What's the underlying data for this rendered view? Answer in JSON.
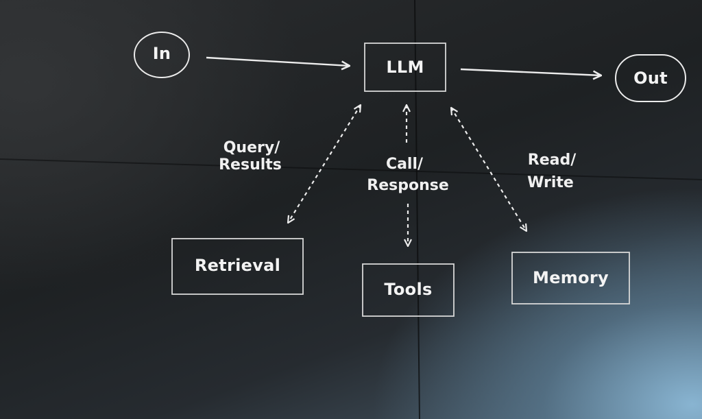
{
  "nodes": {
    "input": "In",
    "llm": "LLM",
    "output": "Out",
    "retrieval": "Retrieval",
    "tools": "Tools",
    "memory": "Memory"
  },
  "edges": {
    "retrieval": [
      "Query/",
      "Results"
    ],
    "tools": [
      "Call/",
      "Response"
    ],
    "memory": [
      "Read/",
      "Write"
    ]
  },
  "colors": {
    "stroke": "#ececec",
    "text": "#f3f3f3"
  }
}
